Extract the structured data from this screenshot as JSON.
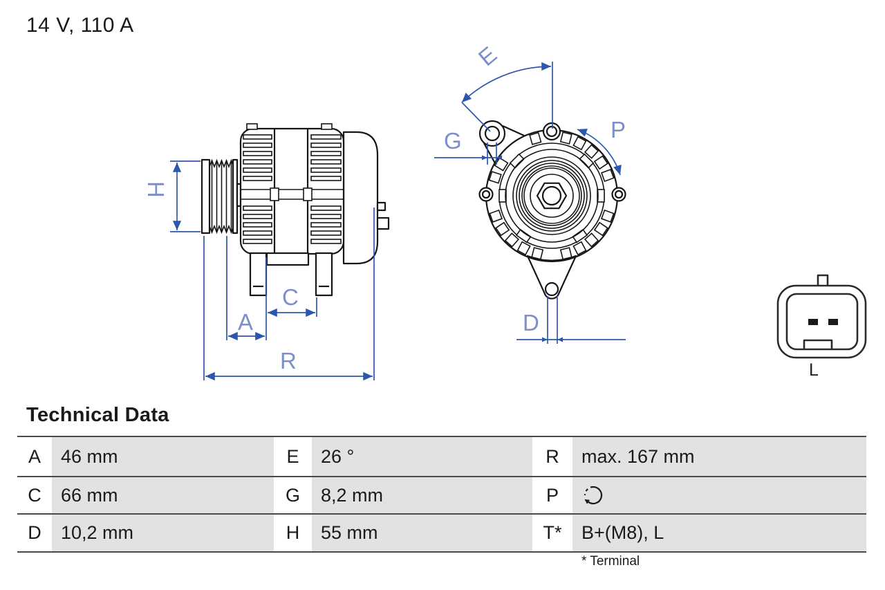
{
  "header": {
    "rating": "14 V, 110 A"
  },
  "diagram": {
    "labels": {
      "h": "H",
      "a": "A",
      "c": "C",
      "r": "R",
      "e": "E",
      "g": "G",
      "p": "P",
      "d": "D"
    },
    "connector_label": "L",
    "dimension_line_color": "#2d56ae",
    "dimension_label_color": "#7d8fca",
    "drawing_line_color": "#161616"
  },
  "table": {
    "title": "Technical Data",
    "rows": [
      [
        {
          "key": "A",
          "value": "46 mm"
        },
        {
          "key": "E",
          "value": "26 °"
        },
        {
          "key": "R",
          "value": "max. 167 mm"
        }
      ],
      [
        {
          "key": "C",
          "value": "66 mm"
        },
        {
          "key": "G",
          "value": "8,2 mm"
        },
        {
          "key": "P",
          "value": "",
          "icon": "rotation-clockwise-icon"
        }
      ],
      [
        {
          "key": "D",
          "value": "10,2 mm"
        },
        {
          "key": "H",
          "value": "55 mm"
        },
        {
          "key": "T*",
          "value": "B+(M8), L"
        }
      ]
    ],
    "footnote": "* Terminal",
    "cell_bg": "#e2e2e3",
    "line_color": "#4a4a4a"
  }
}
